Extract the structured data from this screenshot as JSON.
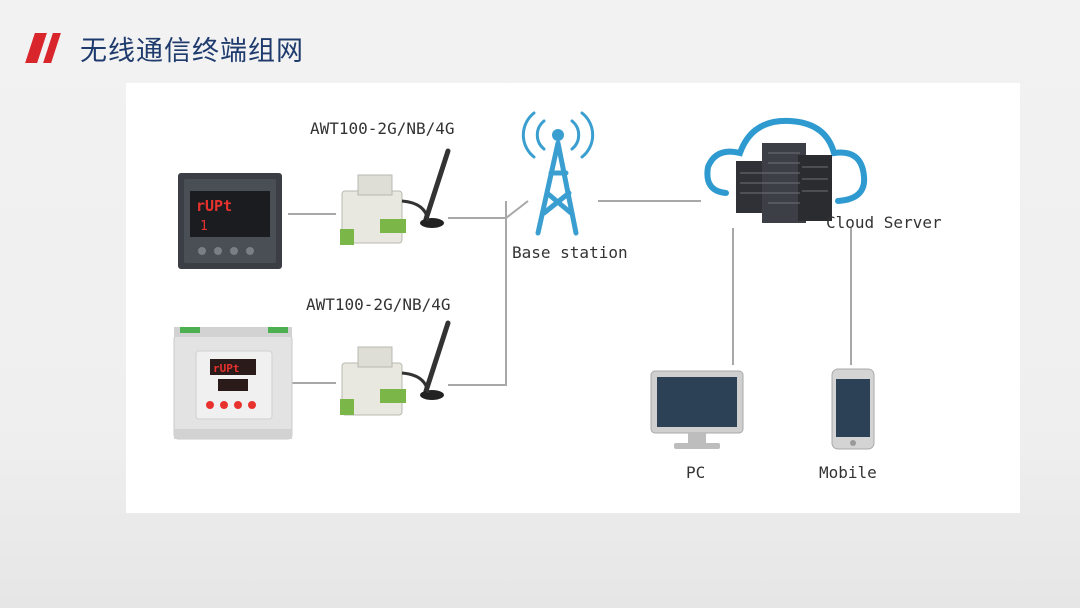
{
  "header": {
    "title": "无线通信终端组网",
    "accent_color": "#d9262d",
    "title_color": "#1f3b6e"
  },
  "diagram": {
    "nodes": {
      "meter_top_label": "AWT100-2G/NB/4G",
      "meter_bottom_label": "AWT100-2G/NB/4G",
      "base_station": "Base station",
      "cloud_server": "Cloud Server",
      "pc": "PC",
      "mobile": "Mobile",
      "meter_display_text": "rUPt",
      "meter_display_num": "1"
    },
    "colors": {
      "tower": "#3a9fd0",
      "cloud": "#2e9ad0",
      "line": "#a8a8a8",
      "led": "#e8322e"
    }
  }
}
